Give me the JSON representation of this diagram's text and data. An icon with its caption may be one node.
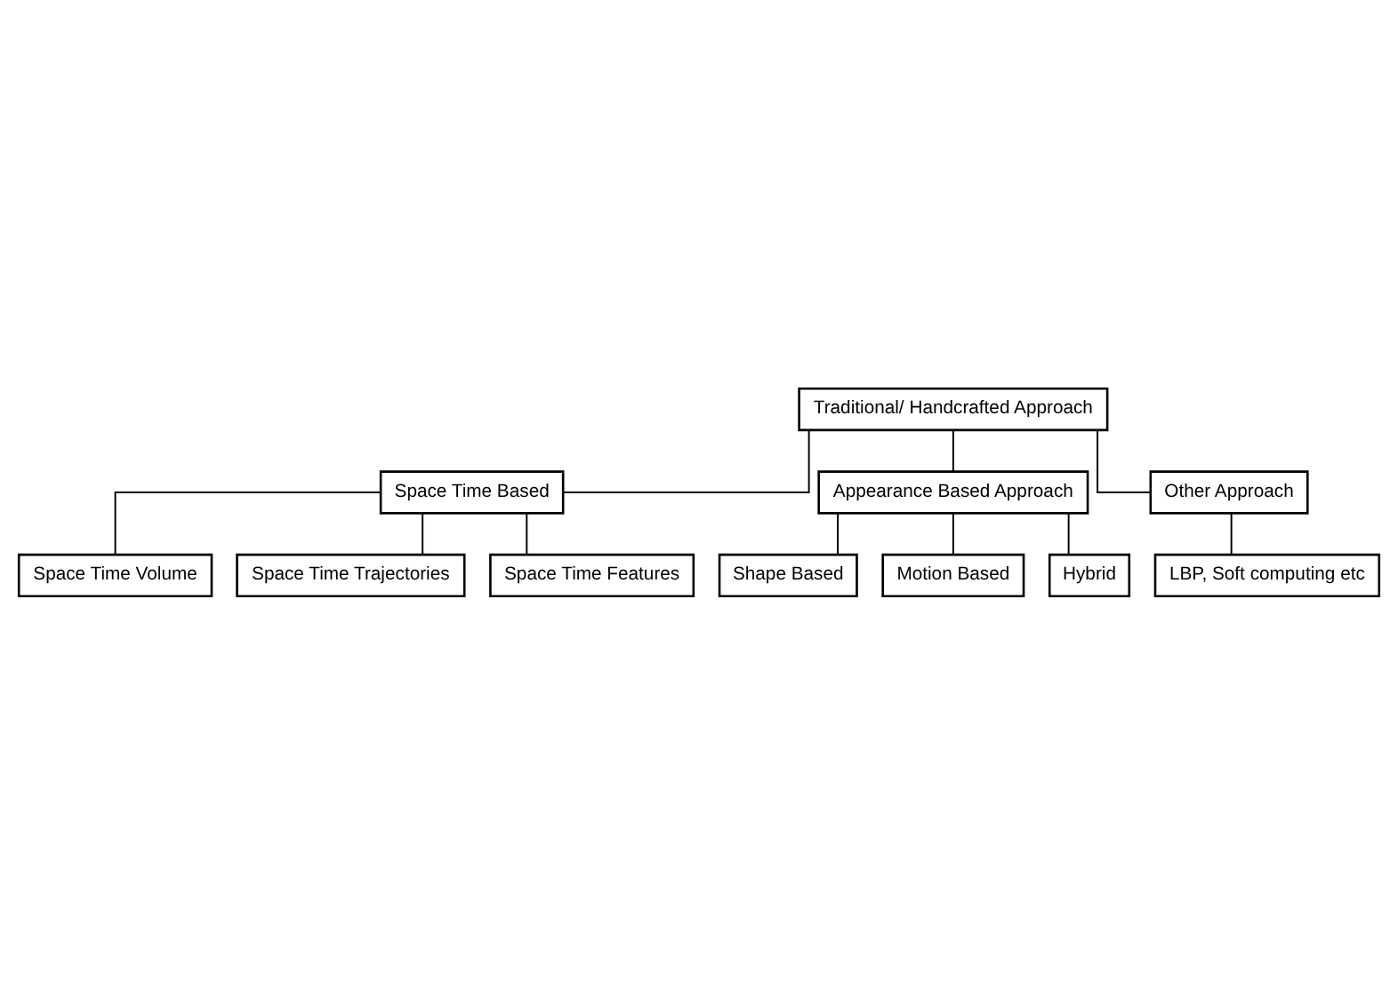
{
  "diagram": {
    "nodes": [
      {
        "text": [
          "Traditional/ Handcrafted Approach"
        ]
      },
      {
        "text": [
          "Space Time Based"
        ]
      },
      {
        "text": [
          "Appearance Based Approach"
        ]
      },
      {
        "text": [
          "Other Approach"
        ]
      },
      {
        "text": [
          "Space Time Volume"
        ]
      },
      {
        "text": [
          "Space Time Trajectories"
        ]
      },
      {
        "text": [
          "Space Time Features"
        ]
      },
      {
        "text": [
          "Shape Based"
        ]
      },
      {
        "text": [
          "Motion Based"
        ]
      },
      {
        "text": [
          "Hybrid"
        ]
      },
      {
        "text": [
          "LBP, Soft computing etc"
        ]
      }
    ],
    "edges": [
      {
        "from": 0,
        "to": 1,
        "arrow": "none"
      },
      {
        "from": 0,
        "to": 2,
        "arrow": "none"
      },
      {
        "from": 0,
        "to": 3,
        "arrow": "none"
      },
      {
        "from": 1,
        "to": 4,
        "arrow": "none"
      },
      {
        "from": 1,
        "to": 5,
        "arrow": "none"
      },
      {
        "from": 1,
        "to": 6,
        "arrow": "none"
      },
      {
        "from": 2,
        "to": 7,
        "arrow": "none"
      },
      {
        "from": 2,
        "to": 8,
        "arrow": "none"
      },
      {
        "from": 2,
        "to": 9,
        "arrow": "none"
      },
      {
        "from": 3,
        "to": 10,
        "arrow": "none"
      }
    ]
  }
}
